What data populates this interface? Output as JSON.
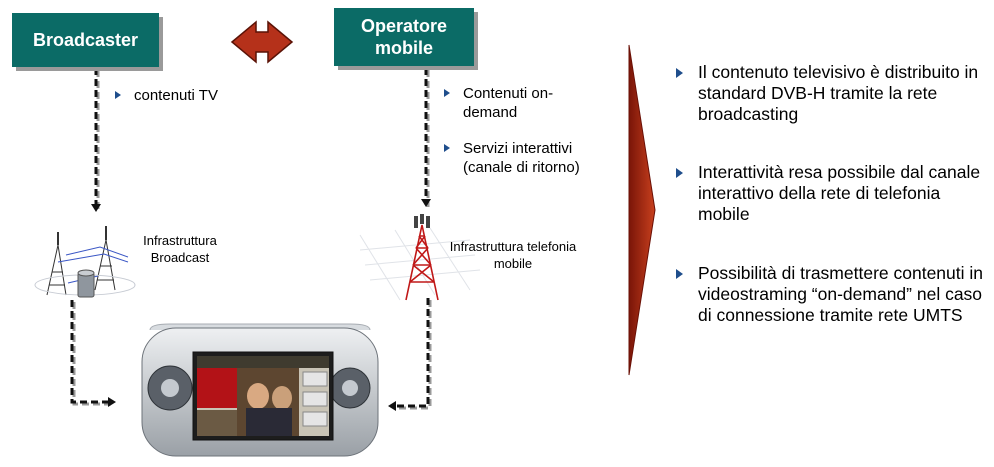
{
  "broadcaster": {
    "label": "Broadcaster",
    "bullet": "contenuti TV"
  },
  "operator": {
    "label": "Operatore mobile",
    "bullets": [
      "Contenuti on-demand",
      "Servizi interattivi (canale di ritorno)"
    ]
  },
  "infrastructure": {
    "broadcast_label": "Infrastruttura Broadcast",
    "mobile_label": "Infrastruttura telefonia mobile"
  },
  "right_bullets": [
    "Il contenuto televisivo è distribuito in standard DVB-H tramite la rete broadcasting",
    "Interattività resa possibile dal canale interattivo della rete di telefonia mobile",
    "Possibilità di trasmettere contenuti in videostraming “on-demand” nel caso di connessione tramite rete UMTS"
  ],
  "colors": {
    "box": "#0b6b66",
    "arrow": "#b5311a",
    "bullet": "#1f4e8c"
  }
}
